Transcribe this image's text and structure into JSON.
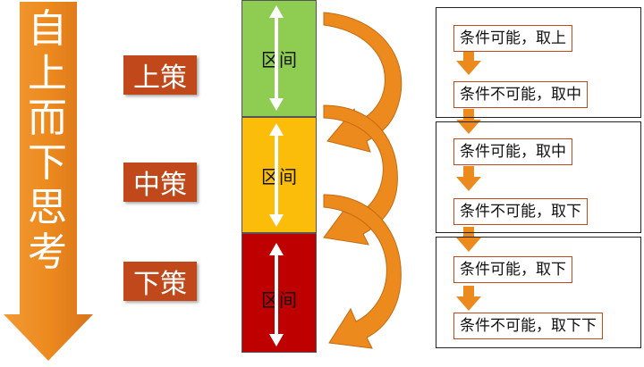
{
  "big_arrow": {
    "chars": [
      "自",
      "上",
      "而",
      "下",
      "思",
      "考"
    ],
    "color": "#ec8a1e"
  },
  "strategies": [
    {
      "label": "上策"
    },
    {
      "label": "中策"
    },
    {
      "label": "下策"
    }
  ],
  "bands": [
    {
      "label": "区间",
      "color": "#8fcc52"
    },
    {
      "label": "区间",
      "color": "#fbbd0a"
    },
    {
      "label": "区间",
      "color": "#bf0000"
    }
  ],
  "conditions": [
    {
      "text": "条件可能，取上"
    },
    {
      "text": "条件不可能，取中"
    },
    {
      "text": "条件可能，取中"
    },
    {
      "text": "条件不可能，取下"
    },
    {
      "text": "条件可能，取下"
    },
    {
      "text": "条件不可能，取下下"
    }
  ],
  "colors": {
    "accent": "#c0481a",
    "arrow": "#ec8a1e"
  }
}
